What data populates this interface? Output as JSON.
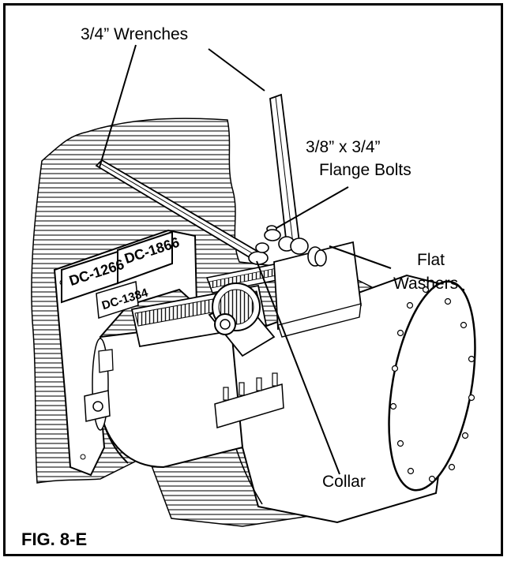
{
  "labels": {
    "wrenches": "3/4” Wrenches",
    "flange_bolts_line1": "3/8” x 3/4”",
    "flange_bolts_line2": "Flange Bolts",
    "flat_washers_line1": "Flat",
    "flat_washers_line2": "Washers",
    "collar": "Collar"
  },
  "plates": {
    "plate_1": "DC-1266",
    "plate_2": "DC-1866",
    "plate_3": "DC-1384"
  },
  "caption": "FIG. 8-E"
}
